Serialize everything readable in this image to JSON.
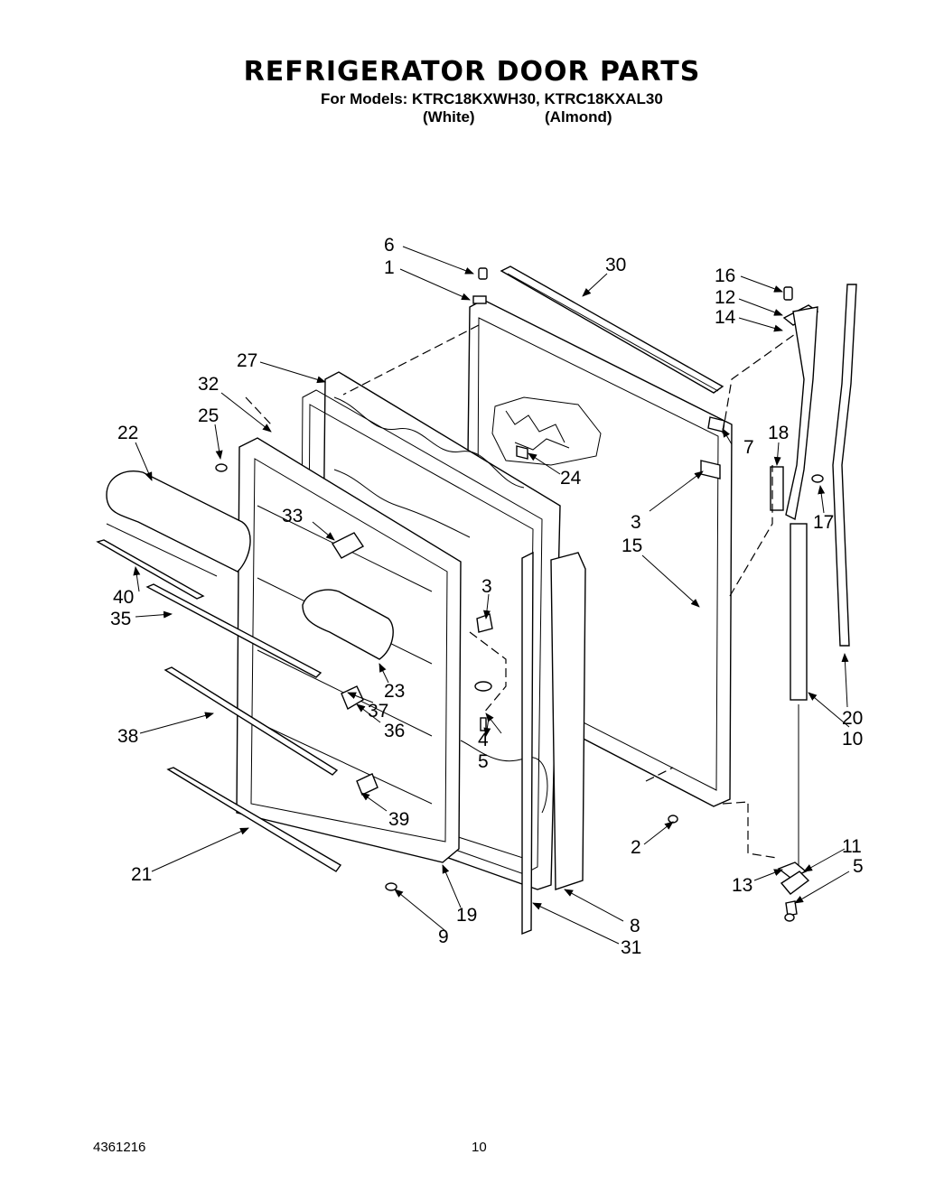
{
  "header": {
    "title": "REFRIGERATOR DOOR PARTS",
    "models_line": "For Models: KTRC18KXWH30, KTRC18KXAL30",
    "variant_white": "(White)",
    "variant_almond": "(Almond)"
  },
  "footer": {
    "code": "4361216",
    "page": "10"
  },
  "callouts": {
    "c1": "1",
    "c2": "2",
    "c3a": "3",
    "c3b": "3",
    "c4": "4",
    "c5a": "5",
    "c5b": "5",
    "c6": "6",
    "c7": "7",
    "c8": "8",
    "c9": "9",
    "c10": "10",
    "c11": "11",
    "c12": "12",
    "c13": "13",
    "c14": "14",
    "c15": "15",
    "c16": "16",
    "c17": "17",
    "c18": "18",
    "c19": "19",
    "c20": "20",
    "c21": "21",
    "c22": "22",
    "c23": "23",
    "c24": "24",
    "c25": "25",
    "c27": "27",
    "c30": "30",
    "c31": "31",
    "c32": "32",
    "c33": "33",
    "c35": "35",
    "c36": "36",
    "c37": "37",
    "c38": "38",
    "c39": "39",
    "c40": "40"
  }
}
